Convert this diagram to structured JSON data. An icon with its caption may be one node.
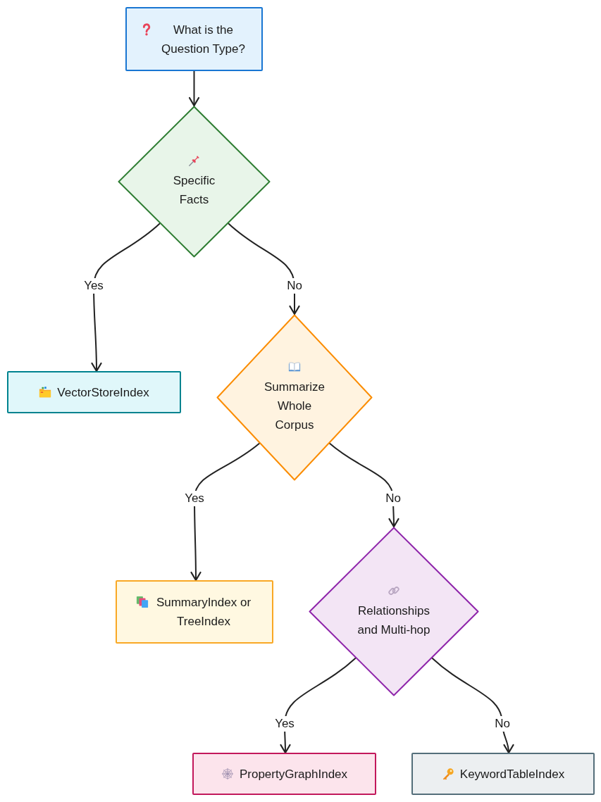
{
  "diagram": {
    "nodes": [
      {
        "text": [
          "What is the Question Type?"
        ]
      },
      {
        "text": [
          "Specific Facts"
        ]
      },
      {
        "text": [
          "VectorStoreIndex"
        ]
      },
      {
        "text": [
          "Summarize Whole Corpus"
        ]
      },
      {
        "text": [
          "SummaryIndex or TreeIndex"
        ]
      },
      {
        "text": [
          "Relationships and Multi-hop"
        ]
      },
      {
        "text": [
          "PropertyGraphIndex"
        ]
      },
      {
        "text": [
          "KeywordTableIndex"
        ]
      }
    ],
    "edges": [
      {
        "from": 0,
        "to": 1,
        "arrow": "to"
      },
      {
        "from": 1,
        "to": 2,
        "arrow": "to",
        "label": "Yes"
      },
      {
        "from": 1,
        "to": 3,
        "arrow": "to",
        "label": "No"
      },
      {
        "from": 3,
        "to": 4,
        "arrow": "to",
        "label": "Yes"
      },
      {
        "from": 3,
        "to": 5,
        "arrow": "to",
        "label": "No"
      },
      {
        "from": 5,
        "to": 6,
        "arrow": "to",
        "label": "Yes"
      },
      {
        "from": 5,
        "to": 7,
        "arrow": "to",
        "label": "No"
      }
    ]
  }
}
